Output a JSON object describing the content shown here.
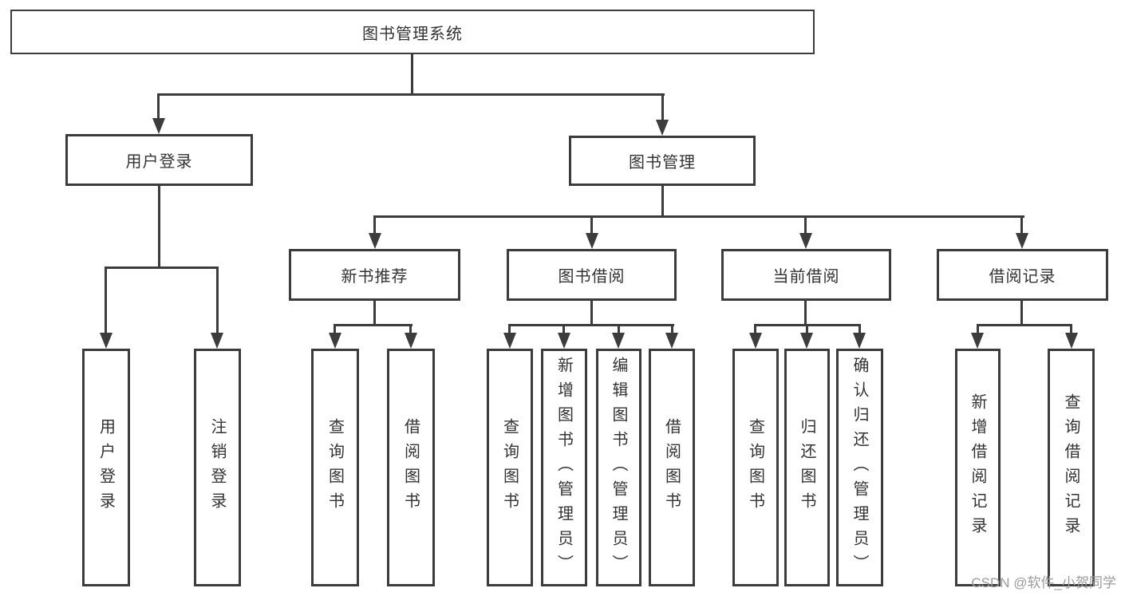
{
  "diagram": {
    "type": "hierarchy-tree",
    "nodes": {
      "root": {
        "label": "图书管理系统"
      },
      "user_login": {
        "label": "用户登录"
      },
      "book_mgmt": {
        "label": "图书管理"
      },
      "new_book_rec": {
        "label": "新书推荐"
      },
      "book_borrow": {
        "label": "图书借阅"
      },
      "current_borrow": {
        "label": "当前借阅"
      },
      "borrow_record": {
        "label": "借阅记录"
      },
      "leaf_user_login": {
        "label": "用户登录"
      },
      "leaf_logout": {
        "label": "注销登录"
      },
      "leaf_query_book_1": {
        "label": "查询图书"
      },
      "leaf_borrow_book_1": {
        "label": "借阅图书"
      },
      "leaf_query_book_2": {
        "label": "查询图书"
      },
      "leaf_add_book": {
        "label": "新增图书（管理员）"
      },
      "leaf_edit_book": {
        "label": "编辑图书（管理员）"
      },
      "leaf_borrow_book_2": {
        "label": "借阅图书"
      },
      "leaf_query_book_3": {
        "label": "查询图书"
      },
      "leaf_return_book": {
        "label": "归还图书"
      },
      "leaf_confirm_return": {
        "label": "确认归还（管理员）"
      },
      "leaf_add_borrow_record": {
        "label": "新增借阅记录"
      },
      "leaf_query_borrow_record": {
        "label": "查询借阅记录"
      }
    },
    "hierarchy": {
      "图书管理系统": {
        "用户登录": [
          "用户登录",
          "注销登录"
        ],
        "图书管理": {
          "新书推荐": [
            "查询图书",
            "借阅图书"
          ],
          "图书借阅": [
            "查询图书",
            "新增图书（管理员）",
            "编辑图书（管理员）",
            "借阅图书"
          ],
          "当前借阅": [
            "查询图书",
            "归还图书",
            "确认归还（管理员）"
          ],
          "借阅记录": [
            "新增借阅记录",
            "查询借阅记录"
          ]
        }
      }
    }
  },
  "watermark": {
    "text": "CSDN @软件_小贺同学"
  },
  "colors": {
    "line": "#3c3c3c",
    "text": "#333333",
    "watermark": "#9b9b9b",
    "background": "#ffffff"
  }
}
